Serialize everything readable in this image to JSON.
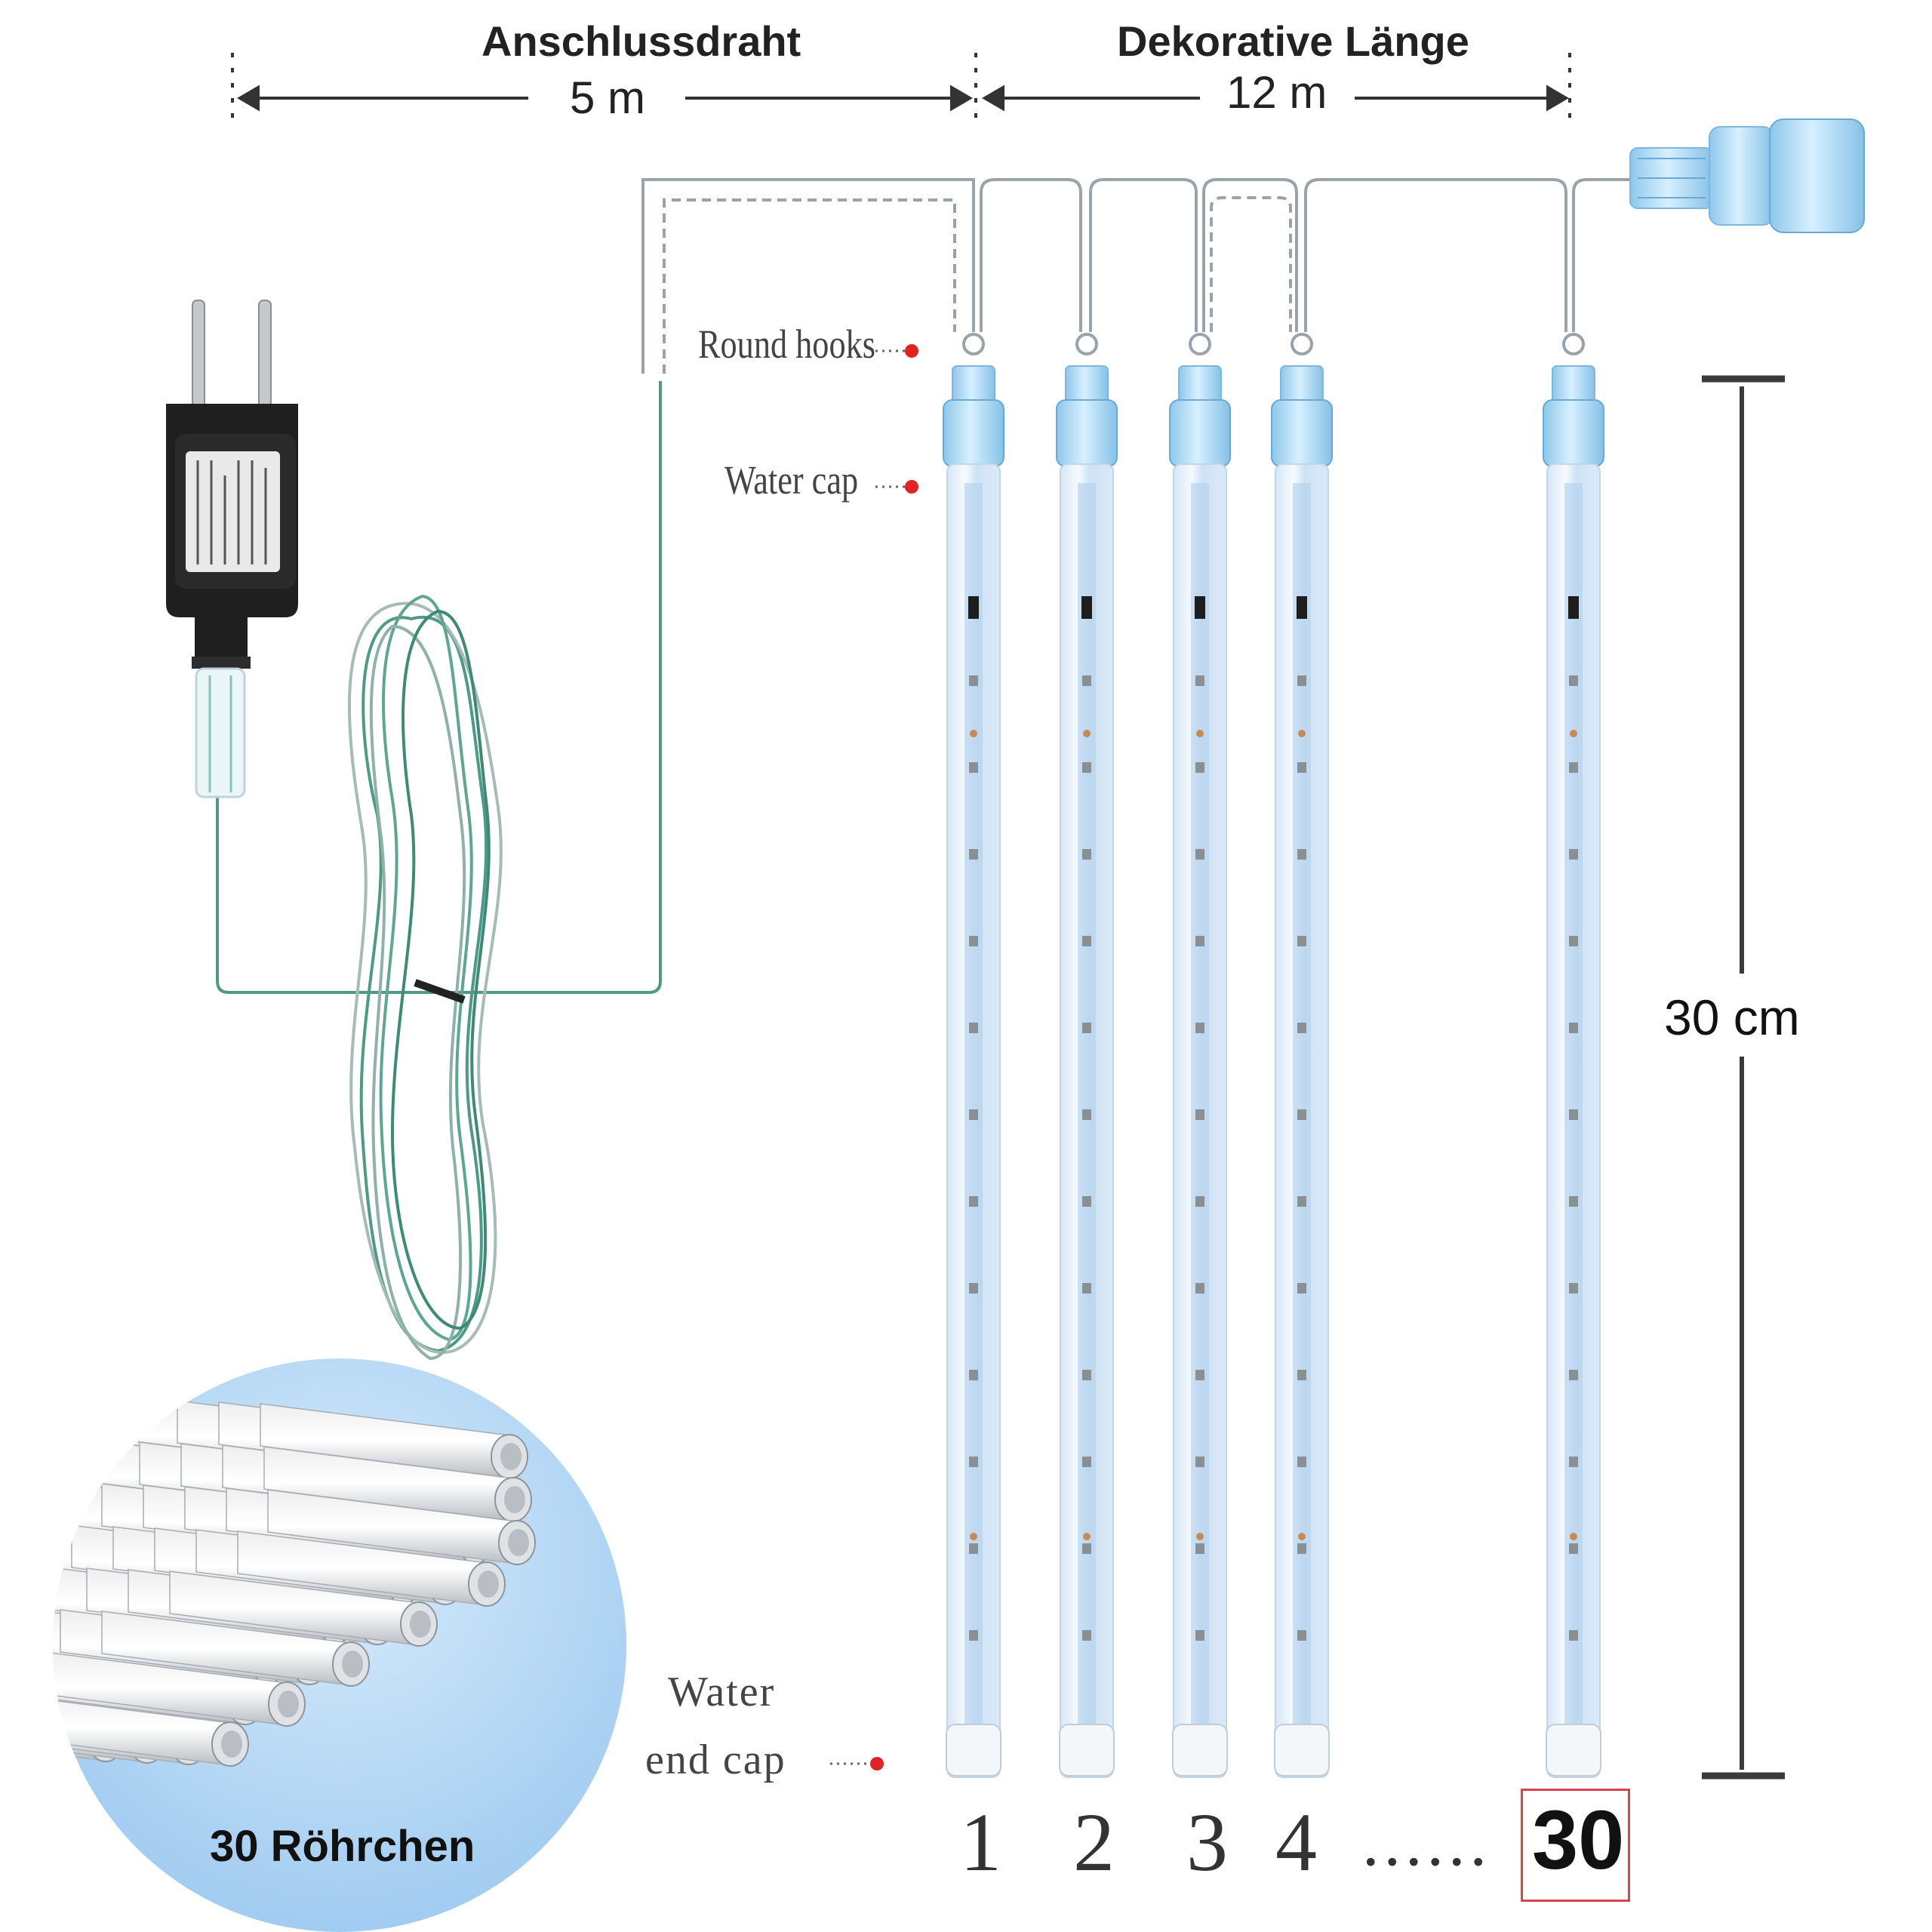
{
  "dimensions": {
    "lead_wire_title": "Anschlussdraht",
    "lead_wire_value": "5 m",
    "decorative_title": "Dekorative Länge",
    "decorative_value": "12 m",
    "tube_height": "30 cm"
  },
  "callouts": {
    "round_hooks": "Round hooks",
    "water_cap": "Water cap",
    "water_end_cap_line1": "Water",
    "water_end_cap_line2": "end cap"
  },
  "tubes": {
    "numbers": [
      "1",
      "2",
      "3",
      "4"
    ],
    "ellipsis": "......",
    "last_number": "30"
  },
  "inset": {
    "label": "30 Röhrchen"
  },
  "colors": {
    "callout_dot": "#e02424",
    "wire_green": "#4f9a86",
    "tube_blue": "#cfe3f7",
    "cap_blue": "#a9d3ee",
    "inset_bg": "#a9d2f3",
    "highlight_box": "#d9434e"
  }
}
